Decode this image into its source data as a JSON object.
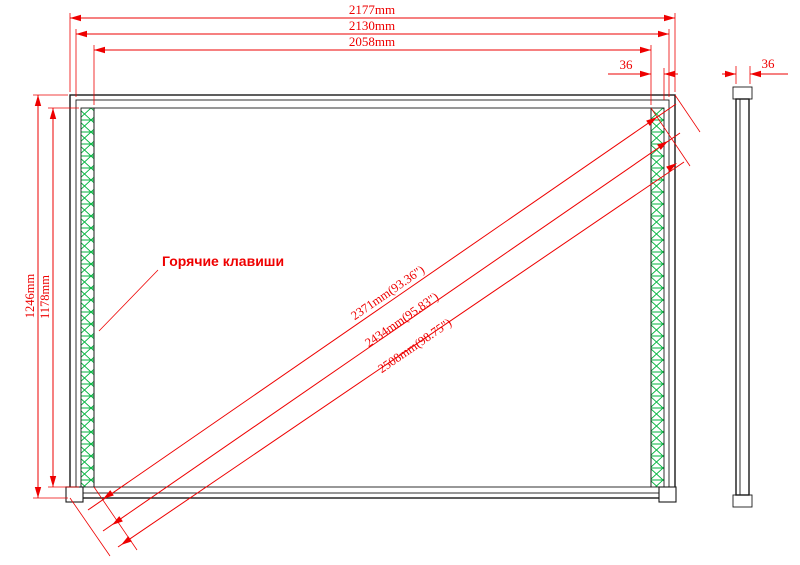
{
  "drawing": {
    "description": "Interactive whiteboard dimensional technical drawing, front view and side view"
  },
  "dimensions": {
    "width_outer": "2177mm",
    "width_middle": "2130mm",
    "width_inner": "2058mm",
    "height_outer": "1246mm",
    "height_inner": "1178mm",
    "diagonal_active": "2371mm(93.36\")",
    "diagonal_middle": "2434mm(95.83\")",
    "diagonal_outer": "2508mm(98.75\")",
    "frame_width": "36",
    "side_thickness": "36"
  },
  "labels": {
    "hotkeys": "Горячие клавиши"
  },
  "colors": {
    "dimension_red": "#ee0000",
    "outline_black": "#1a1a1a",
    "hotkey_green": "#00b33c",
    "background": "#ffffff"
  }
}
